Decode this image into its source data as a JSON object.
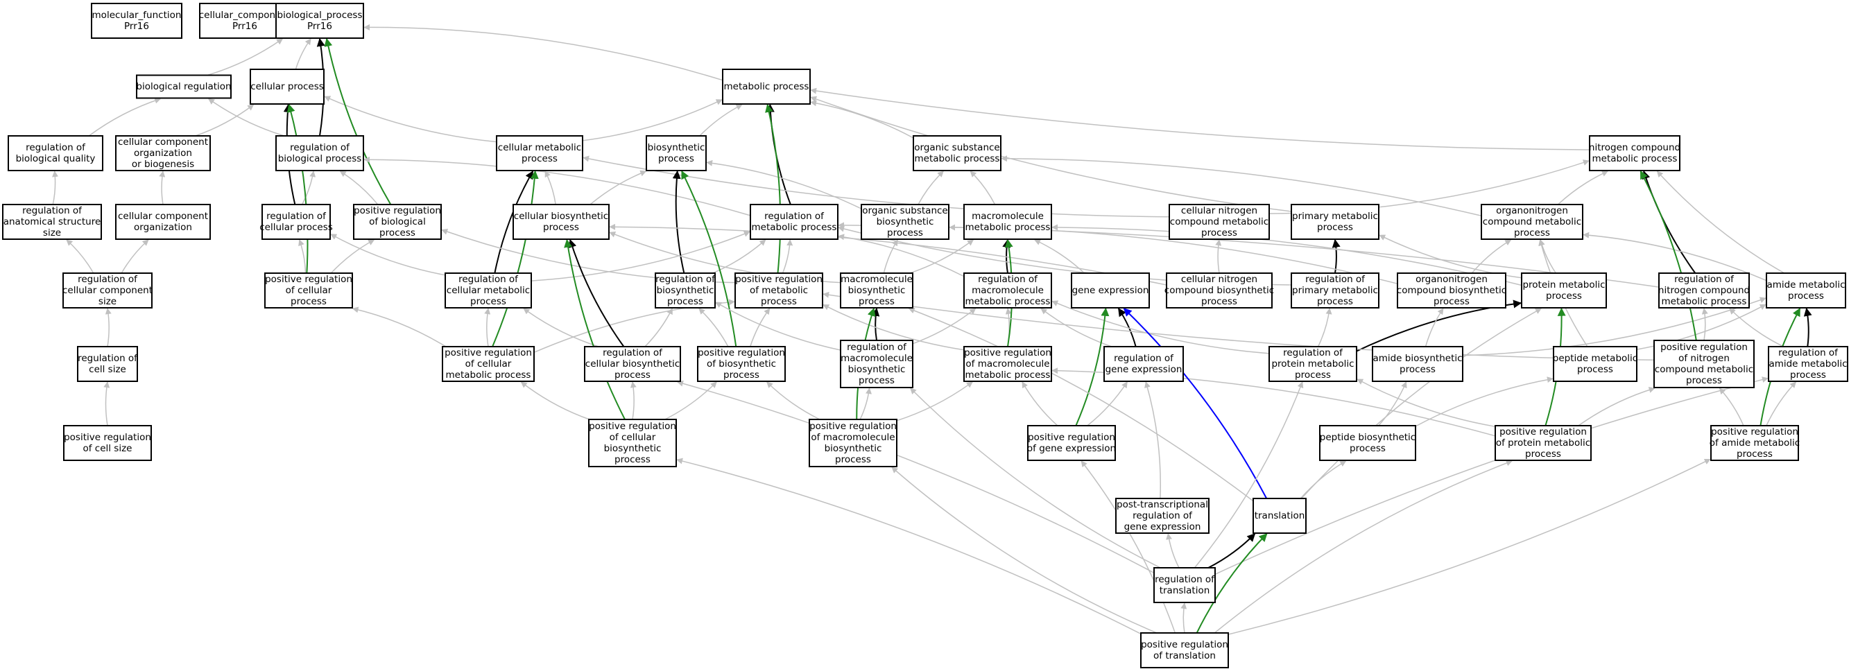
{
  "colors": {
    "is_a": "#c0c0c0",
    "part_of": "#000000",
    "positively_regulates": "#228b22",
    "regulates": "#000000",
    "other": "#0000ff",
    "query_fill": "#6495ed",
    "target_fill": "#add8e6",
    "default_fill": "#ffffff"
  },
  "nodes": [
    {
      "id": "mf",
      "lines": [
        "molecular_function",
        "Prr16"
      ]
    },
    {
      "id": "cc",
      "lines": [
        "cellular_component",
        "Prr16"
      ]
    },
    {
      "id": "bp",
      "lines": [
        "biological_process",
        "Prr16"
      ]
    },
    {
      "id": "breg",
      "lines": [
        "biological regulation"
      ]
    },
    {
      "id": "cp",
      "lines": [
        "cellular process"
      ]
    },
    {
      "id": "mp",
      "lines": [
        "metabolic process"
      ]
    },
    {
      "id": "rbq",
      "lines": [
        "regulation of",
        "biological quality"
      ]
    },
    {
      "id": "ccob",
      "lines": [
        "cellular component",
        "organization",
        "or biogenesis"
      ]
    },
    {
      "id": "rbp",
      "lines": [
        "regulation of",
        "biological process"
      ]
    },
    {
      "id": "cmp",
      "lines": [
        "cellular metabolic",
        "process"
      ]
    },
    {
      "id": "bsp",
      "lines": [
        "biosynthetic",
        "process"
      ]
    },
    {
      "id": "osmp",
      "lines": [
        "organic substance",
        "metabolic process"
      ]
    },
    {
      "id": "ncmp",
      "lines": [
        "nitrogen compound",
        "metabolic process"
      ]
    },
    {
      "id": "rass",
      "lines": [
        "regulation of",
        "anatomical structure",
        "size"
      ]
    },
    {
      "id": "cco",
      "lines": [
        "cellular component",
        "organization"
      ]
    },
    {
      "id": "rcp",
      "lines": [
        "regulation of",
        "cellular process"
      ]
    },
    {
      "id": "prbp",
      "lines": [
        "positive regulation",
        "of biological",
        "process"
      ]
    },
    {
      "id": "cbp",
      "lines": [
        "cellular biosynthetic",
        "process"
      ]
    },
    {
      "id": "rmp",
      "lines": [
        "regulation of",
        "metabolic process"
      ]
    },
    {
      "id": "osbp",
      "lines": [
        "organic substance",
        "biosynthetic",
        "process"
      ]
    },
    {
      "id": "macmp",
      "lines": [
        "macromolecule",
        "metabolic process"
      ]
    },
    {
      "id": "cncmp",
      "lines": [
        "cellular nitrogen",
        "compound metabolic",
        "process"
      ]
    },
    {
      "id": "pmp",
      "lines": [
        "primary metabolic",
        "process"
      ]
    },
    {
      "id": "oncmp",
      "lines": [
        "organonitrogen",
        "compound metabolic",
        "process"
      ]
    },
    {
      "id": "rccs",
      "lines": [
        "regulation of",
        "cellular component",
        "size"
      ]
    },
    {
      "id": "prcp",
      "lines": [
        "positive regulation",
        "of cellular",
        "process"
      ]
    },
    {
      "id": "rcmp",
      "lines": [
        "regulation of",
        "cellular metabolic",
        "process"
      ]
    },
    {
      "id": "rbsp",
      "lines": [
        "regulation of",
        "biosynthetic",
        "process"
      ]
    },
    {
      "id": "prmp",
      "lines": [
        "positive regulation",
        "of metabolic",
        "process"
      ]
    },
    {
      "id": "macbp",
      "lines": [
        "macromolecule",
        "biosynthetic",
        "process"
      ]
    },
    {
      "id": "rmacmp",
      "lines": [
        "regulation of",
        "macromolecule",
        "metabolic process"
      ]
    },
    {
      "id": "ge",
      "lines": [
        "gene expression"
      ]
    },
    {
      "id": "cncbp",
      "lines": [
        "cellular nitrogen",
        "compound biosynthetic",
        "process"
      ]
    },
    {
      "id": "rpmp",
      "lines": [
        "regulation of",
        "primary metabolic",
        "process"
      ]
    },
    {
      "id": "oncbp",
      "lines": [
        "organonitrogen",
        "compound biosynthetic",
        "process"
      ]
    },
    {
      "id": "protmp",
      "lines": [
        "protein metabolic",
        "process"
      ]
    },
    {
      "id": "rncmp",
      "lines": [
        "regulation of",
        "nitrogen compound",
        "metabolic process"
      ]
    },
    {
      "id": "amp",
      "lines": [
        "amide metabolic",
        "process"
      ]
    },
    {
      "id": "rcs",
      "lines": [
        "regulation of",
        "cell size"
      ]
    },
    {
      "id": "prcmp",
      "lines": [
        "positive regulation",
        "of cellular",
        "metabolic process"
      ]
    },
    {
      "id": "rcbp",
      "lines": [
        "regulation of",
        "cellular biosynthetic",
        "process"
      ]
    },
    {
      "id": "prbsp",
      "lines": [
        "positive regulation",
        "of biosynthetic",
        "process"
      ]
    },
    {
      "id": "rmacbp",
      "lines": [
        "regulation of",
        "macromolecule",
        "biosynthetic",
        "process"
      ]
    },
    {
      "id": "prmacmp",
      "lines": [
        "positive regulation",
        "of macromolecule",
        "metabolic process"
      ]
    },
    {
      "id": "rge",
      "lines": [
        "regulation of",
        "gene expression"
      ]
    },
    {
      "id": "rprotmp",
      "lines": [
        "regulation of",
        "protein metabolic",
        "process"
      ]
    },
    {
      "id": "abp",
      "lines": [
        "amide biosynthetic",
        "process"
      ]
    },
    {
      "id": "pepmp",
      "lines": [
        "peptide metabolic",
        "process"
      ]
    },
    {
      "id": "prncmp",
      "lines": [
        "positive regulation",
        "of nitrogen",
        "compound metabolic",
        "process"
      ]
    },
    {
      "id": "ramp",
      "lines": [
        "regulation of",
        "amide metabolic",
        "process"
      ]
    },
    {
      "id": "prcs",
      "lines": [
        "positive regulation",
        "of cell size"
      ]
    },
    {
      "id": "prcbp",
      "lines": [
        "positive regulation",
        "of cellular",
        "biosynthetic",
        "process"
      ]
    },
    {
      "id": "prmacbp",
      "lines": [
        "positive regulation",
        "of macromolecule",
        "biosynthetic",
        "process"
      ]
    },
    {
      "id": "prge",
      "lines": [
        "positive regulation",
        "of gene expression"
      ]
    },
    {
      "id": "pepbp",
      "lines": [
        "peptide biosynthetic",
        "process"
      ]
    },
    {
      "id": "prprotmp",
      "lines": [
        "positive regulation",
        "of protein metabolic",
        "process"
      ]
    },
    {
      "id": "pramp",
      "lines": [
        "positive regulation",
        "of amide metabolic",
        "process"
      ]
    },
    {
      "id": "ptrge",
      "lines": [
        "post-transcriptional",
        "regulation of",
        "gene expression"
      ]
    },
    {
      "id": "trans",
      "lines": [
        "translation"
      ]
    },
    {
      "id": "rtrans",
      "lines": [
        "regulation of",
        "translation"
      ]
    },
    {
      "id": "prtrans",
      "lines": [
        "positive regulation",
        "of translation"
      ]
    }
  ],
  "edges": [
    {
      "from": "breg",
      "to": "bp",
      "type": "is_a"
    },
    {
      "from": "cp",
      "to": "bp",
      "type": "is_a"
    },
    {
      "from": "mp",
      "to": "bp",
      "type": "is_a"
    },
    {
      "from": "rbq",
      "to": "breg",
      "type": "is_a"
    },
    {
      "from": "ccob",
      "to": "cp",
      "type": "is_a"
    },
    {
      "from": "rbp",
      "to": "breg",
      "type": "is_a"
    },
    {
      "from": "rbp",
      "to": "bp",
      "type": "regulates"
    },
    {
      "from": "cmp",
      "to": "cp",
      "type": "is_a"
    },
    {
      "from": "cmp",
      "to": "mp",
      "type": "is_a"
    },
    {
      "from": "bsp",
      "to": "mp",
      "type": "is_a"
    },
    {
      "from": "osmp",
      "to": "mp",
      "type": "is_a"
    },
    {
      "from": "ncmp",
      "to": "mp",
      "type": "is_a"
    },
    {
      "from": "rass",
      "to": "rbq",
      "type": "is_a"
    },
    {
      "from": "cco",
      "to": "ccob",
      "type": "is_a"
    },
    {
      "from": "rcp",
      "to": "rbp",
      "type": "is_a"
    },
    {
      "from": "rcp",
      "to": "cp",
      "type": "regulates"
    },
    {
      "from": "prbp",
      "to": "rbp",
      "type": "is_a"
    },
    {
      "from": "prbp",
      "to": "bp",
      "type": "positively_regulates"
    },
    {
      "from": "cbp",
      "to": "cmp",
      "type": "is_a"
    },
    {
      "from": "cbp",
      "to": "bsp",
      "type": "is_a"
    },
    {
      "from": "rmp",
      "to": "rbp",
      "type": "is_a"
    },
    {
      "from": "rmp",
      "to": "mp",
      "type": "regulates"
    },
    {
      "from": "osbp",
      "to": "bsp",
      "type": "is_a"
    },
    {
      "from": "osbp",
      "to": "osmp",
      "type": "is_a"
    },
    {
      "from": "macmp",
      "to": "osmp",
      "type": "is_a"
    },
    {
      "from": "cncmp",
      "to": "cmp",
      "type": "is_a"
    },
    {
      "from": "cncmp",
      "to": "ncmp",
      "type": "is_a"
    },
    {
      "from": "pmp",
      "to": "mp",
      "type": "is_a"
    },
    {
      "from": "oncmp",
      "to": "osmp",
      "type": "is_a"
    },
    {
      "from": "oncmp",
      "to": "ncmp",
      "type": "is_a"
    },
    {
      "from": "rccs",
      "to": "rass",
      "type": "is_a"
    },
    {
      "from": "rccs",
      "to": "cco",
      "type": "is_a"
    },
    {
      "from": "prcp",
      "to": "rcp",
      "type": "is_a"
    },
    {
      "from": "prcp",
      "to": "prbp",
      "type": "is_a"
    },
    {
      "from": "prcp",
      "to": "cp",
      "type": "positively_regulates"
    },
    {
      "from": "rcmp",
      "to": "rcp",
      "type": "is_a"
    },
    {
      "from": "rcmp",
      "to": "rmp",
      "type": "is_a"
    },
    {
      "from": "rcmp",
      "to": "cmp",
      "type": "regulates"
    },
    {
      "from": "rbsp",
      "to": "rmp",
      "type": "is_a"
    },
    {
      "from": "rbsp",
      "to": "bsp",
      "type": "regulates"
    },
    {
      "from": "prmp",
      "to": "rmp",
      "type": "is_a"
    },
    {
      "from": "prmp",
      "to": "prbp",
      "type": "is_a"
    },
    {
      "from": "prmp",
      "to": "mp",
      "type": "positively_regulates"
    },
    {
      "from": "macbp",
      "to": "osbp",
      "type": "is_a"
    },
    {
      "from": "macbp",
      "to": "macmp",
      "type": "is_a"
    },
    {
      "from": "macbp",
      "to": "cbp",
      "type": "is_a"
    },
    {
      "from": "rmacmp",
      "to": "rmp",
      "type": "is_a"
    },
    {
      "from": "rmacmp",
      "to": "macmp",
      "type": "regulates"
    },
    {
      "from": "ge",
      "to": "macmp",
      "type": "is_a"
    },
    {
      "from": "cncbp",
      "to": "cncmp",
      "type": "is_a"
    },
    {
      "from": "cncbp",
      "to": "cbp",
      "type": "is_a"
    },
    {
      "from": "rpmp",
      "to": "rmp",
      "type": "is_a"
    },
    {
      "from": "rpmp",
      "to": "pmp",
      "type": "regulates"
    },
    {
      "from": "oncbp",
      "to": "oncmp",
      "type": "is_a"
    },
    {
      "from": "oncbp",
      "to": "osbp",
      "type": "is_a"
    },
    {
      "from": "protmp",
      "to": "oncmp",
      "type": "is_a"
    },
    {
      "from": "protmp",
      "to": "macmp",
      "type": "is_a"
    },
    {
      "from": "protmp",
      "to": "pmp",
      "type": "is_a"
    },
    {
      "from": "rncmp",
      "to": "rmp",
      "type": "is_a"
    },
    {
      "from": "rncmp",
      "to": "ncmp",
      "type": "regulates"
    },
    {
      "from": "amp",
      "to": "oncmp",
      "type": "is_a"
    },
    {
      "from": "amp",
      "to": "ncmp",
      "type": "is_a"
    },
    {
      "from": "rcs",
      "to": "rccs",
      "type": "is_a"
    },
    {
      "from": "prcmp",
      "to": "rcmp",
      "type": "is_a"
    },
    {
      "from": "prcmp",
      "to": "prcp",
      "type": "is_a"
    },
    {
      "from": "prcmp",
      "to": "prmp",
      "type": "is_a"
    },
    {
      "from": "prcmp",
      "to": "cmp",
      "type": "positively_regulates"
    },
    {
      "from": "rcbp",
      "to": "rcmp",
      "type": "is_a"
    },
    {
      "from": "rcbp",
      "to": "rbsp",
      "type": "is_a"
    },
    {
      "from": "rcbp",
      "to": "cbp",
      "type": "regulates"
    },
    {
      "from": "prbsp",
      "to": "rbsp",
      "type": "is_a"
    },
    {
      "from": "prbsp",
      "to": "prmp",
      "type": "is_a"
    },
    {
      "from": "prbsp",
      "to": "bsp",
      "type": "positively_regulates"
    },
    {
      "from": "rmacbp",
      "to": "rbsp",
      "type": "is_a"
    },
    {
      "from": "rmacbp",
      "to": "rmacmp",
      "type": "is_a"
    },
    {
      "from": "rmacbp",
      "to": "macbp",
      "type": "regulates"
    },
    {
      "from": "prmacmp",
      "to": "rmacmp",
      "type": "is_a"
    },
    {
      "from": "prmacmp",
      "to": "prmp",
      "type": "is_a"
    },
    {
      "from": "prmacmp",
      "to": "macmp",
      "type": "positively_regulates"
    },
    {
      "from": "rge",
      "to": "rmacmp",
      "type": "is_a"
    },
    {
      "from": "rge",
      "to": "ge",
      "type": "regulates"
    },
    {
      "from": "rprotmp",
      "to": "rmacmp",
      "type": "is_a"
    },
    {
      "from": "rprotmp",
      "to": "rpmp",
      "type": "is_a"
    },
    {
      "from": "rprotmp",
      "to": "protmp",
      "type": "regulates"
    },
    {
      "from": "abp",
      "to": "amp",
      "type": "is_a"
    },
    {
      "from": "abp",
      "to": "oncbp",
      "type": "is_a"
    },
    {
      "from": "pepmp",
      "to": "amp",
      "type": "is_a"
    },
    {
      "from": "pepmp",
      "to": "oncmp",
      "type": "is_a"
    },
    {
      "from": "prncmp",
      "to": "rncmp",
      "type": "is_a"
    },
    {
      "from": "prncmp",
      "to": "prmp",
      "type": "is_a"
    },
    {
      "from": "prncmp",
      "to": "ncmp",
      "type": "positively_regulates"
    },
    {
      "from": "ramp",
      "to": "rncmp",
      "type": "is_a"
    },
    {
      "from": "ramp",
      "to": "amp",
      "type": "regulates"
    },
    {
      "from": "prcs",
      "to": "rcs",
      "type": "is_a"
    },
    {
      "from": "prcbp",
      "to": "rcbp",
      "type": "is_a"
    },
    {
      "from": "prcbp",
      "to": "prcmp",
      "type": "is_a"
    },
    {
      "from": "prcbp",
      "to": "prbsp",
      "type": "is_a"
    },
    {
      "from": "prcbp",
      "to": "cbp",
      "type": "positively_regulates"
    },
    {
      "from": "prmacbp",
      "to": "rmacbp",
      "type": "is_a"
    },
    {
      "from": "prmacbp",
      "to": "prbsp",
      "type": "is_a"
    },
    {
      "from": "prmacbp",
      "to": "prmacmp",
      "type": "is_a"
    },
    {
      "from": "prmacbp",
      "to": "macbp",
      "type": "positively_regulates"
    },
    {
      "from": "prge",
      "to": "rge",
      "type": "is_a"
    },
    {
      "from": "prge",
      "to": "prmacmp",
      "type": "is_a"
    },
    {
      "from": "prge",
      "to": "ge",
      "type": "positively_regulates"
    },
    {
      "from": "pepbp",
      "to": "pepmp",
      "type": "is_a"
    },
    {
      "from": "pepbp",
      "to": "abp",
      "type": "is_a"
    },
    {
      "from": "prprotmp",
      "to": "rprotmp",
      "type": "is_a"
    },
    {
      "from": "prprotmp",
      "to": "prmacmp",
      "type": "is_a"
    },
    {
      "from": "prprotmp",
      "to": "prncmp",
      "type": "is_a"
    },
    {
      "from": "prprotmp",
      "to": "protmp",
      "type": "positively_regulates"
    },
    {
      "from": "pramp",
      "to": "ramp",
      "type": "is_a"
    },
    {
      "from": "pramp",
      "to": "prncmp",
      "type": "is_a"
    },
    {
      "from": "pramp",
      "to": "amp",
      "type": "positively_regulates"
    },
    {
      "from": "ptrge",
      "to": "rge",
      "type": "is_a"
    },
    {
      "from": "trans",
      "to": "pepbp",
      "type": "is_a"
    },
    {
      "from": "trans",
      "to": "macbp",
      "type": "is_a"
    },
    {
      "from": "trans",
      "to": "protmp",
      "type": "is_a"
    },
    {
      "from": "trans",
      "to": "ge",
      "type": "other"
    },
    {
      "from": "rtrans",
      "to": "ptrge",
      "type": "is_a"
    },
    {
      "from": "rtrans",
      "to": "rcbp",
      "type": "is_a"
    },
    {
      "from": "rtrans",
      "to": "rmacbp",
      "type": "is_a"
    },
    {
      "from": "rtrans",
      "to": "rprotmp",
      "type": "is_a"
    },
    {
      "from": "rtrans",
      "to": "ramp",
      "type": "is_a"
    },
    {
      "from": "rtrans",
      "to": "trans",
      "type": "regulates"
    },
    {
      "from": "prtrans",
      "to": "rtrans",
      "type": "is_a"
    },
    {
      "from": "prtrans",
      "to": "prcbp",
      "type": "is_a"
    },
    {
      "from": "prtrans",
      "to": "prmacbp",
      "type": "is_a"
    },
    {
      "from": "prtrans",
      "to": "prge",
      "type": "is_a"
    },
    {
      "from": "prtrans",
      "to": "prprotmp",
      "type": "is_a"
    },
    {
      "from": "prtrans",
      "to": "pramp",
      "type": "is_a"
    },
    {
      "from": "prtrans",
      "to": "trans",
      "type": "positively_regulates"
    }
  ]
}
